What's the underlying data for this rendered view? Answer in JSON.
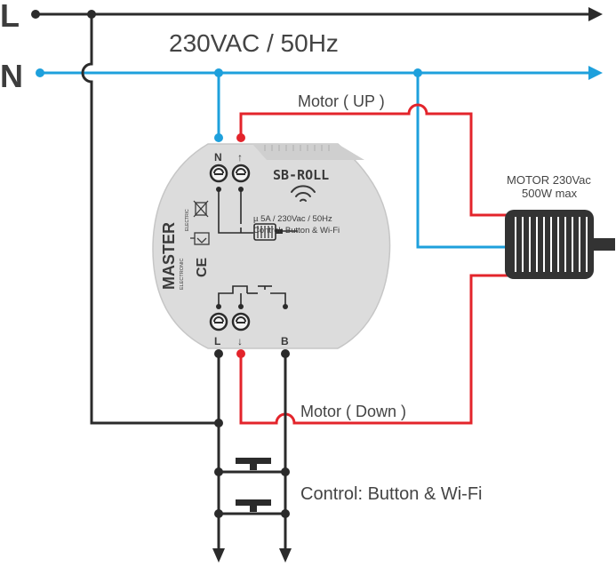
{
  "colors": {
    "live": "#2b2b2b",
    "neutral": "#1ea0dc",
    "motor_wire": "#e3242b",
    "device_body": "#dcdcdc",
    "motor_body": "#333333"
  },
  "lines": {
    "live_label": "L",
    "neutral_label": "N",
    "supply_label": "230VAC / 50Hz"
  },
  "labels": {
    "motor_up": "Motor ( UP )",
    "motor_down": "Motor ( Down )",
    "control": "Control: Button & Wi-Fi"
  },
  "motor": {
    "title": "MOTOR 230Vac",
    "rating": "500W max",
    "icon": "motor-icon"
  },
  "device": {
    "model": "SB-ROLL",
    "spec": "µ 5A / 230Vac / 50Hz",
    "control": "Control: Button & Wi-Fi",
    "brand": "MASTER",
    "brand_sub": "ELECTRONIC",
    "brand_side": "ELECTRIC",
    "ce_mark": "CE",
    "wifi_icon": "wifi-icon",
    "terminals": {
      "top_left": "N",
      "top_right_arrow": "↑",
      "bottom_left": "L",
      "bottom_mid_arrow": "↓",
      "bottom_right": "B"
    }
  },
  "buttons": {
    "icon": "push-button-icon",
    "count": 2
  }
}
